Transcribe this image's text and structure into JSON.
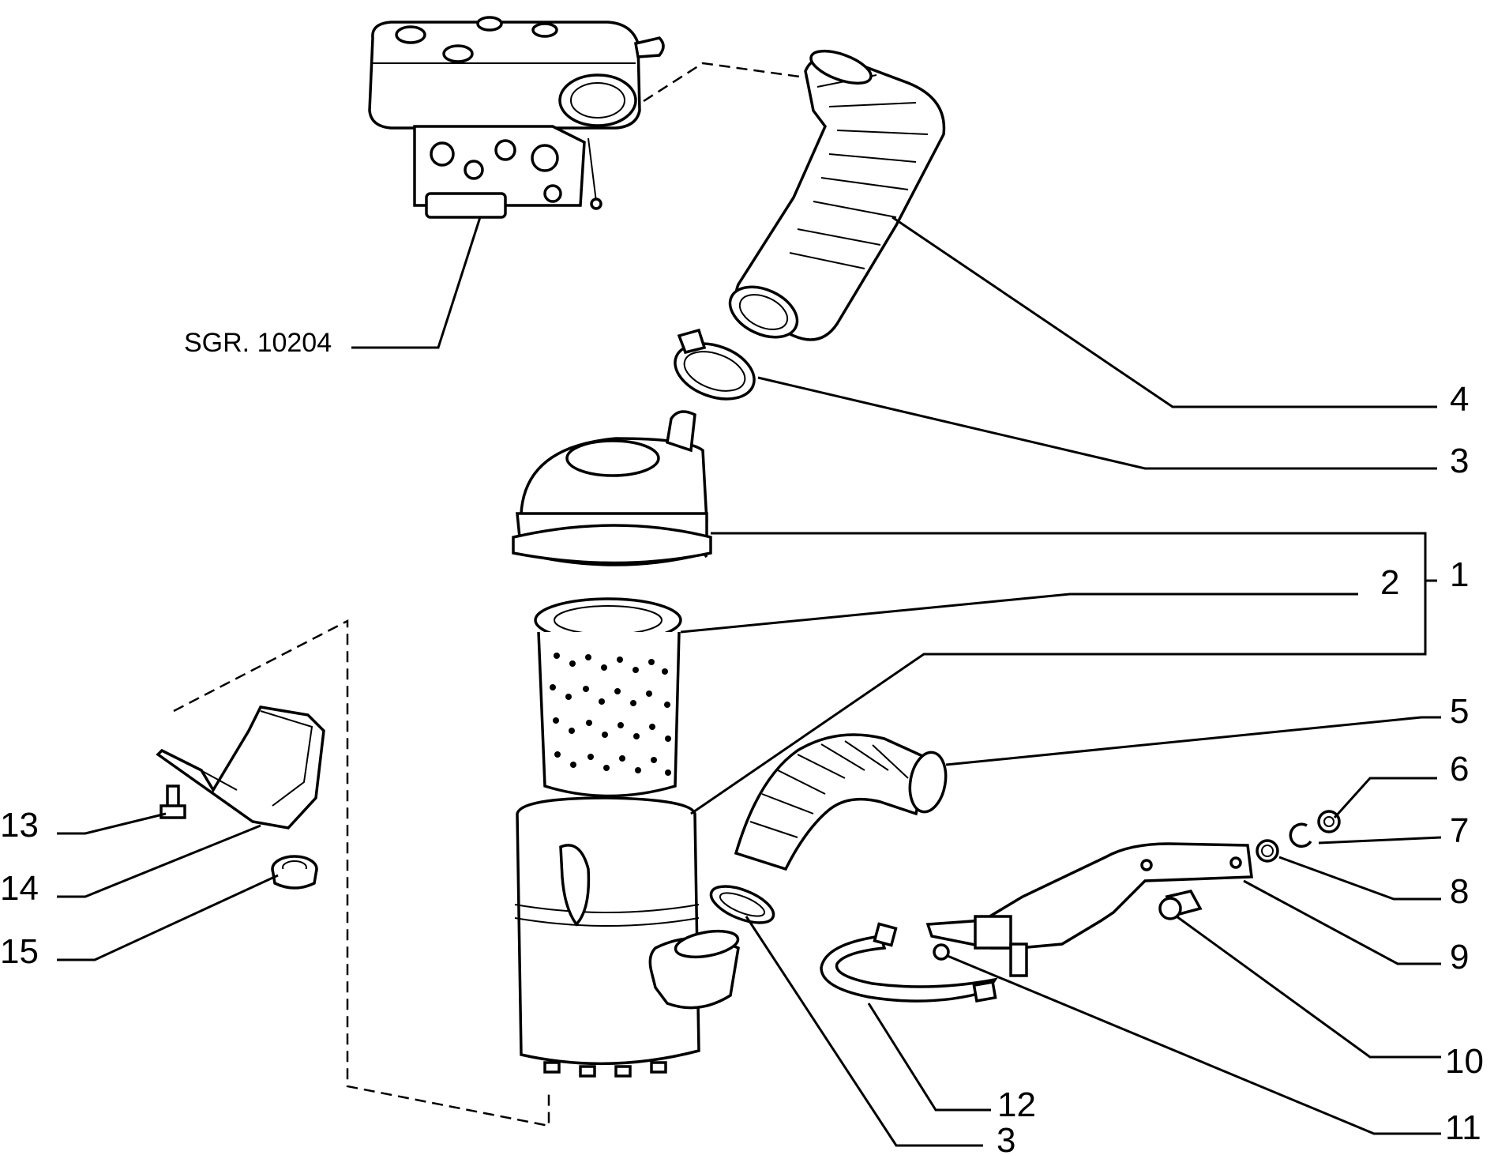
{
  "reference": "SGR. 10204",
  "callouts": {
    "c1": "1",
    "c2": "2",
    "c3a": "3",
    "c3b": "3",
    "c4": "4",
    "c5": "5",
    "c6": "6",
    "c7": "7",
    "c8": "8",
    "c9": "9",
    "c10": "10",
    "c11": "11",
    "c12": "12",
    "c13": "13",
    "c14": "14",
    "c15": "15"
  }
}
